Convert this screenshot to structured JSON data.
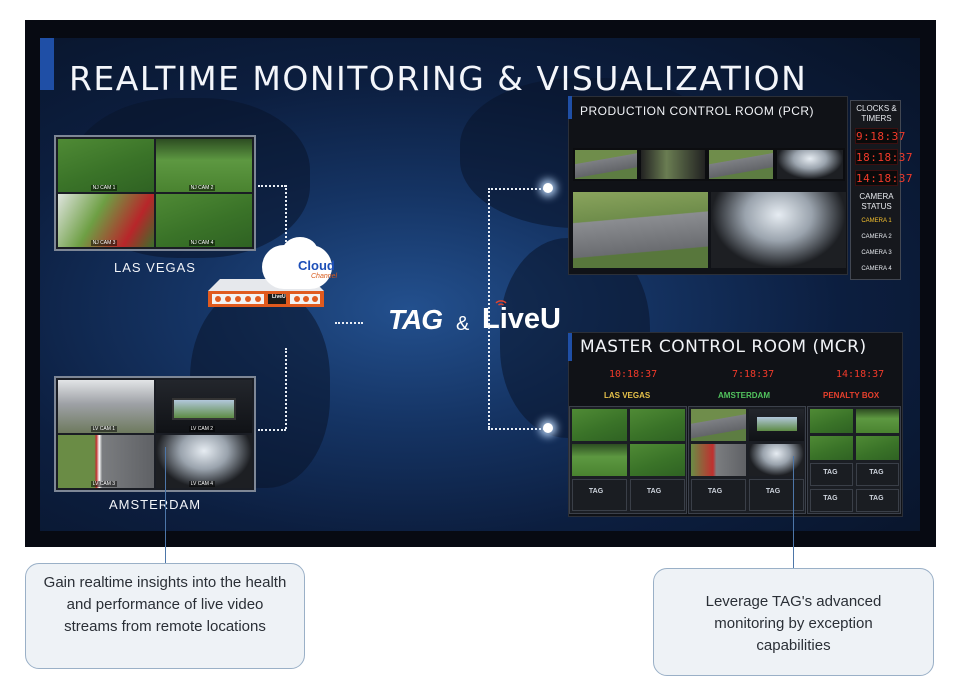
{
  "slide": {
    "title": "REALTIME MONITORING & VISUALIZATION",
    "accent_color": "#1f4fa6"
  },
  "left_panels": {
    "las_vegas": {
      "label": "LAS VEGAS",
      "tiles": [
        "NJ CAM 1",
        "NJ CAM 2",
        "NJ CAM 3",
        "NJ CAM 4"
      ]
    },
    "amsterdam": {
      "label": "AMSTERDAM",
      "tiles": [
        "LV CAM 1",
        "LV CAM 2",
        "LV CAM 3",
        "LV CAM 4"
      ]
    }
  },
  "hub": {
    "cloud_word": "Cloud",
    "cloud_sub": "Channel",
    "device_badge": "LiveU",
    "brand_tag": "TAG",
    "brand_amp": "&",
    "brand_liveu": "LiveU",
    "icons": [
      "cloud-icon",
      "server-rack-icon",
      "wifi-signal-icon"
    ]
  },
  "pcr": {
    "title": "PRODUCTION CONTROL ROOM (PCR)",
    "clocks_title_1": "CLOCKS &",
    "clocks_title_2": "TIMERS",
    "clocks": [
      "9:18:37",
      "18:18:37",
      "14:18:37"
    ],
    "camera_title_1": "CAMERA",
    "camera_title_2": "STATUS",
    "cameras": [
      "CAMERA 1",
      "CAMERA 2",
      "CAMERA 3",
      "CAMERA 4"
    ],
    "active_camera_color": "#f5c12e"
  },
  "mcr": {
    "title": "MASTER CONTROL ROOM (MCR)",
    "locations": [
      {
        "time": "10:18:37",
        "name": "LAS VEGAS",
        "color": "#e7c24a"
      },
      {
        "time": "7:18:37",
        "name": "AMSTERDAM",
        "color": "#52c45e"
      },
      {
        "time": "14:18:37",
        "name": "PENALTY BOX",
        "color": "#e8402d"
      }
    ],
    "tag_tile": "TAG"
  },
  "callouts": {
    "left": "Gain realtime insights into the health and performance of live video streams from remote locations",
    "right": "Leverage TAG's advanced monitoring by exception capabilities"
  }
}
